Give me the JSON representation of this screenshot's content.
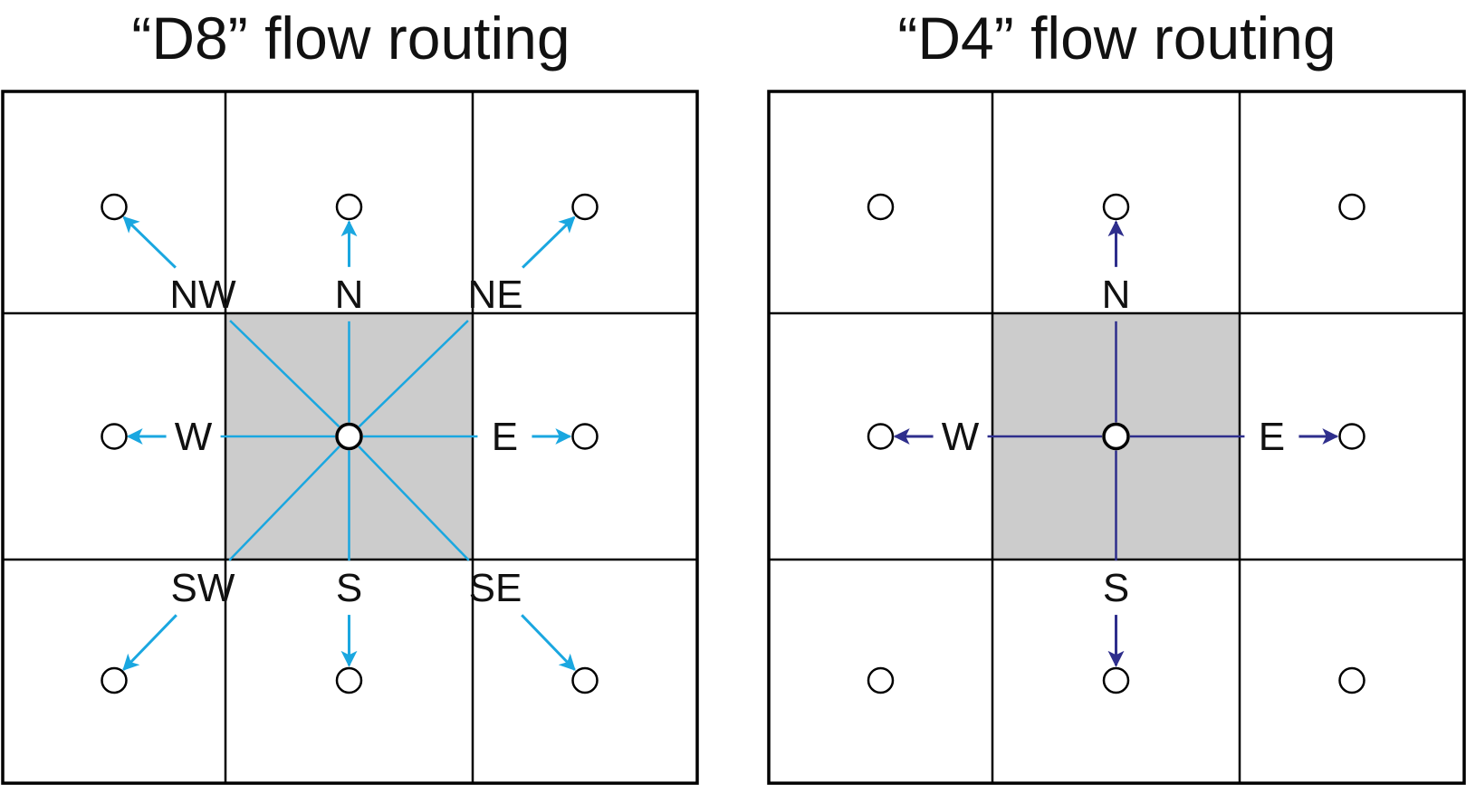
{
  "panels": [
    {
      "id": "d8",
      "title": "“D8” flow routing",
      "arrow_color": "#1aa7e0",
      "center_cell_color": "#cccccc",
      "directions": [
        "NW",
        "N",
        "NE",
        "W",
        "E",
        "SW",
        "S",
        "SE"
      ]
    },
    {
      "id": "d4",
      "title": "“D4” flow routing",
      "arrow_color": "#2e2e8c",
      "center_cell_color": "#cccccc",
      "directions": [
        "N",
        "W",
        "E",
        "S"
      ]
    }
  ]
}
